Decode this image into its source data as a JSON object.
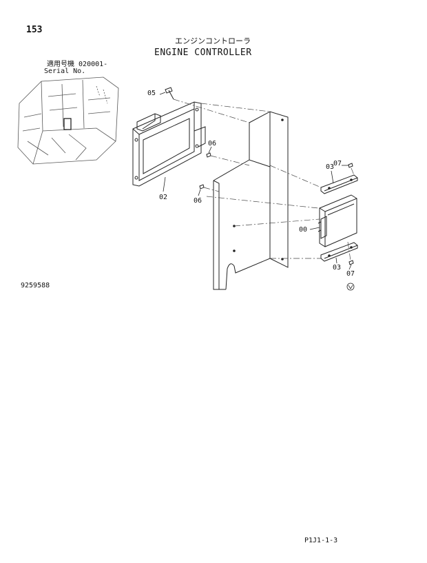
{
  "page_number": "153",
  "title_jp": "エンジンコントローラ",
  "title_en": "ENGINE CONTROLLER",
  "serial": {
    "label_jp": "適用号機",
    "value": "020001-",
    "label_en": "Serial No."
  },
  "drawing_number": "9259588",
  "page_code": "P1J1-1-3",
  "callouts": {
    "c05": "05",
    "c06a": "06",
    "c06b": "06",
    "c02": "02",
    "c07a": "07",
    "c03a": "03",
    "c00": "00",
    "c03b": "03",
    "c07b": "07"
  }
}
